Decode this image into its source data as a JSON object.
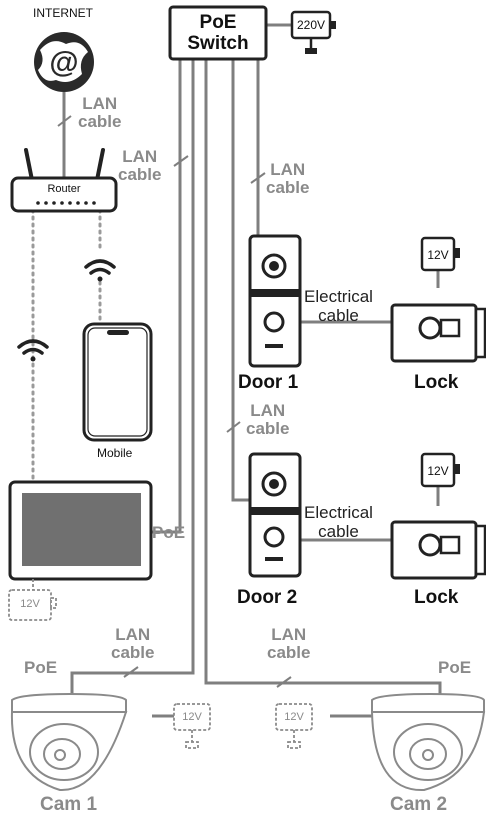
{
  "internet": {
    "label": "INTERNET"
  },
  "switch": {
    "line1": "PoE",
    "line2": "Switch",
    "power": "220V"
  },
  "router": {
    "label": "Router"
  },
  "mobile": {
    "label": "Mobile"
  },
  "cables": {
    "lan_line1": "LAN",
    "lan_line2": "cable",
    "electrical_line1": "Electrical",
    "electrical_line2": "cable",
    "poe": "PoE"
  },
  "doors": [
    {
      "label": "Door 1",
      "lock": "Lock",
      "power": "12V"
    },
    {
      "label": "Door 2",
      "lock": "Lock",
      "power": "12V"
    }
  ],
  "monitor": {
    "power": "12V"
  },
  "cameras": [
    {
      "label": "Cam 1",
      "poe": "PoE",
      "power": "12V"
    },
    {
      "label": "Cam 2",
      "poe": "PoE",
      "power": "12V"
    }
  ],
  "colors": {
    "wire": "#7f7f7f",
    "stroke": "#222222",
    "label_gray": "#8a8a8a",
    "screen": "#707070"
  }
}
